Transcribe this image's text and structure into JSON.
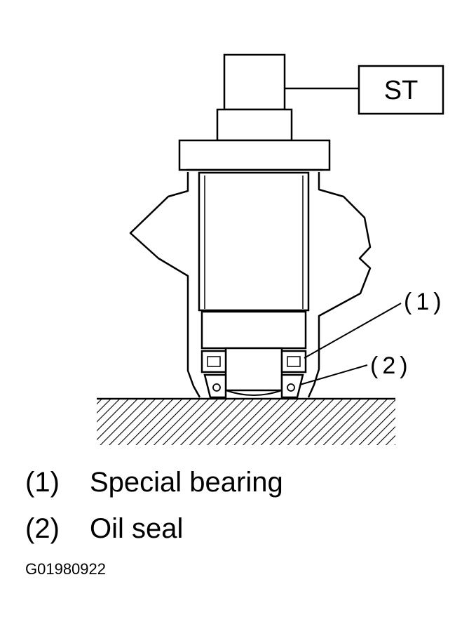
{
  "diagram": {
    "tool_label": "ST",
    "callouts": [
      {
        "number": "(1)"
      },
      {
        "number": "(2)"
      }
    ]
  },
  "legend": [
    {
      "number": "(1)",
      "label": "Special bearing"
    },
    {
      "number": "(2)",
      "label": "Oil seal"
    }
  ],
  "figure_code": "G01980922"
}
